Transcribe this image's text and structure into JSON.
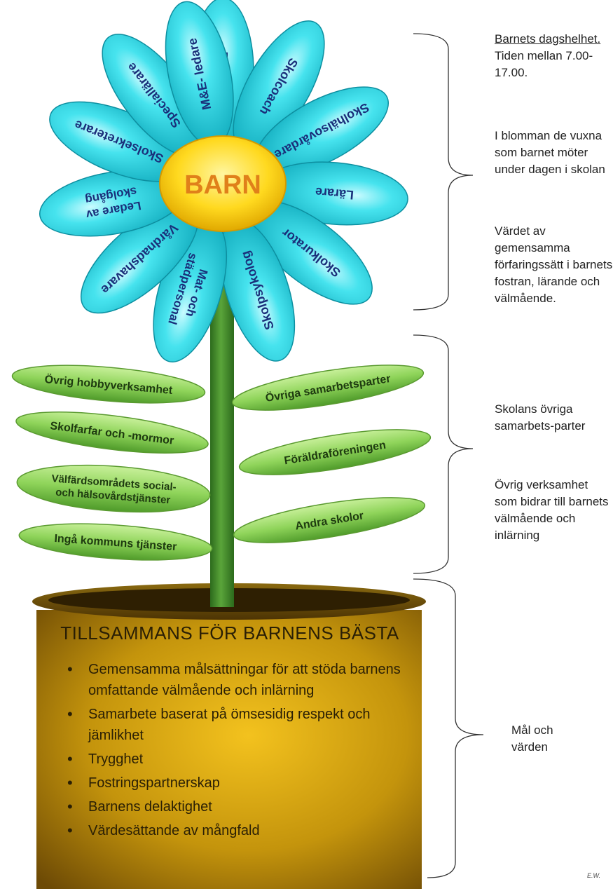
{
  "center": {
    "label": "BARN"
  },
  "petals": [
    {
      "label": "Rektor"
    },
    {
      "label": "Skolcoach"
    },
    {
      "label": "Skolhälsovårdare"
    },
    {
      "label": "Lärare"
    },
    {
      "label": "Skolkurator"
    },
    {
      "label": "Skolpsykolog"
    },
    {
      "label": "Mat- och",
      "label2": "städpersonal"
    },
    {
      "label": "Vårdnadshavare"
    },
    {
      "label": "Ledare av",
      "label2": "skolgång"
    },
    {
      "label": "Skolsekreterare"
    },
    {
      "label": "Speciallärare"
    },
    {
      "label": "M&E- ledare"
    }
  ],
  "leaves_left": [
    {
      "label": "Övrig hobbyverksamhet"
    },
    {
      "label": "Skolfarfar och -mormor"
    },
    {
      "label": "Välfärdsområdets social-",
      "label2": "och hälsovårdstjänster"
    },
    {
      "label": "Ingå kommuns tjänster"
    }
  ],
  "leaves_right": [
    {
      "label": "Övriga samarbetsparter"
    },
    {
      "label": "Föräldraföreningen"
    },
    {
      "label": "Andra skolor"
    }
  ],
  "pot": {
    "title": "TILLSAMMANS FÖR BARNENS BÄSTA",
    "items": [
      "Gemensamma målsättningar för att stöda barnens omfattande välmående och inlärning",
      "Samarbete baserat på ömsesidig respekt och jämlikhet",
      "Trygghet",
      "Fostringspartnerskap",
      "Barnens delaktighet",
      "Värdesättande av mångfald"
    ]
  },
  "annotations": {
    "a1_underlined": "Barnets dagshelhet.",
    "a1_rest": " Tiden mellan 7.00-17.00.",
    "a2": "I blomman de vuxna som barnet möter under dagen i skolan",
    "a3": "Värdet av gemensamma förfaringssätt i barnets fostran, lärande och välmående.",
    "a4": "Skolans övriga samarbets-parter",
    "a5": "Övrig verksamhet som bidrar till barnets välmående och inlärning",
    "a6": "Mål och värden"
  },
  "credit": "E.W.",
  "colors": {
    "petal": "#2fd9e6",
    "petal_edge": "#0d8fa0",
    "petal_text": "#1a2f7a",
    "center": "#ffd92a",
    "center_text": "#e0801a",
    "leaf": "#8fd45a",
    "leaf_text": "#1e3a10",
    "stem": "#3f8a2a",
    "pot": "#a8810f"
  }
}
